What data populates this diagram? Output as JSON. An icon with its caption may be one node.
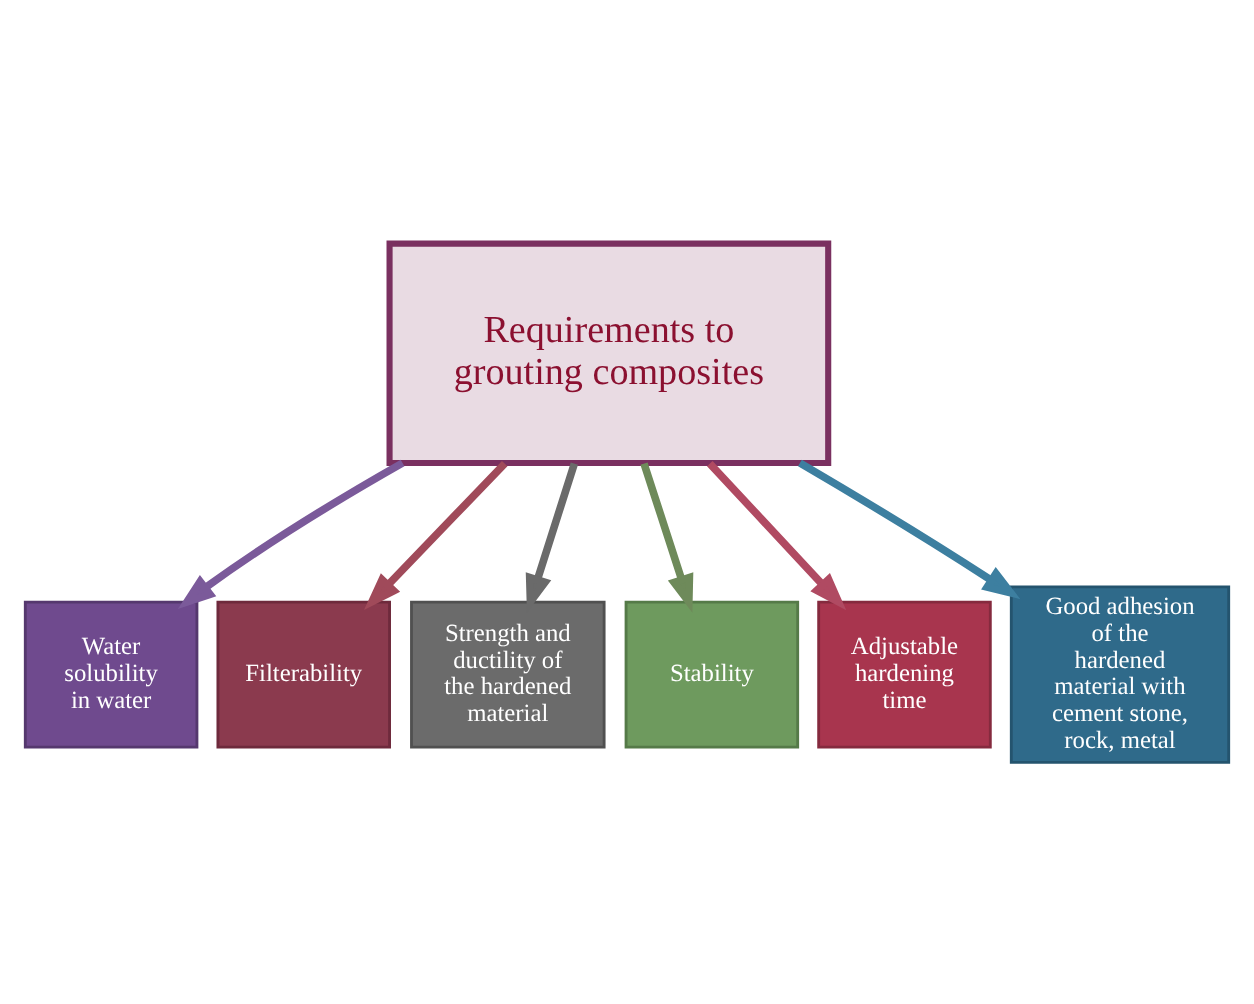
{
  "diagram": {
    "nodes": [
      {
        "text": [
          "Requirements to grouting composites"
        ]
      },
      {
        "text": [
          "Water solubility in water"
        ]
      },
      {
        "text": [
          "Filterability"
        ]
      },
      {
        "text": [
          "Strength and ductility of the hardened material"
        ]
      },
      {
        "text": [
          "Stability"
        ]
      },
      {
        "text": [
          "Adjustable hardening time"
        ]
      },
      {
        "text": [
          "Good adhesion of the hardened material with cement stone, rock, metal"
        ]
      }
    ],
    "edges": [
      {
        "from": 0,
        "to": 1,
        "arrow": "to",
        "color": "#7b5a9a"
      },
      {
        "from": 0,
        "to": 2,
        "arrow": "to",
        "color": "#a04a5a"
      },
      {
        "from": 0,
        "to": 3,
        "arrow": "to",
        "color": "#6a6a6a"
      },
      {
        "from": 0,
        "to": 4,
        "arrow": "to",
        "color": "#6e8a5a"
      },
      {
        "from": 0,
        "to": 5,
        "arrow": "to",
        "color": "#b04a62"
      },
      {
        "from": 0,
        "to": 6,
        "arrow": "to",
        "color": "#3d7fa0"
      }
    ]
  }
}
